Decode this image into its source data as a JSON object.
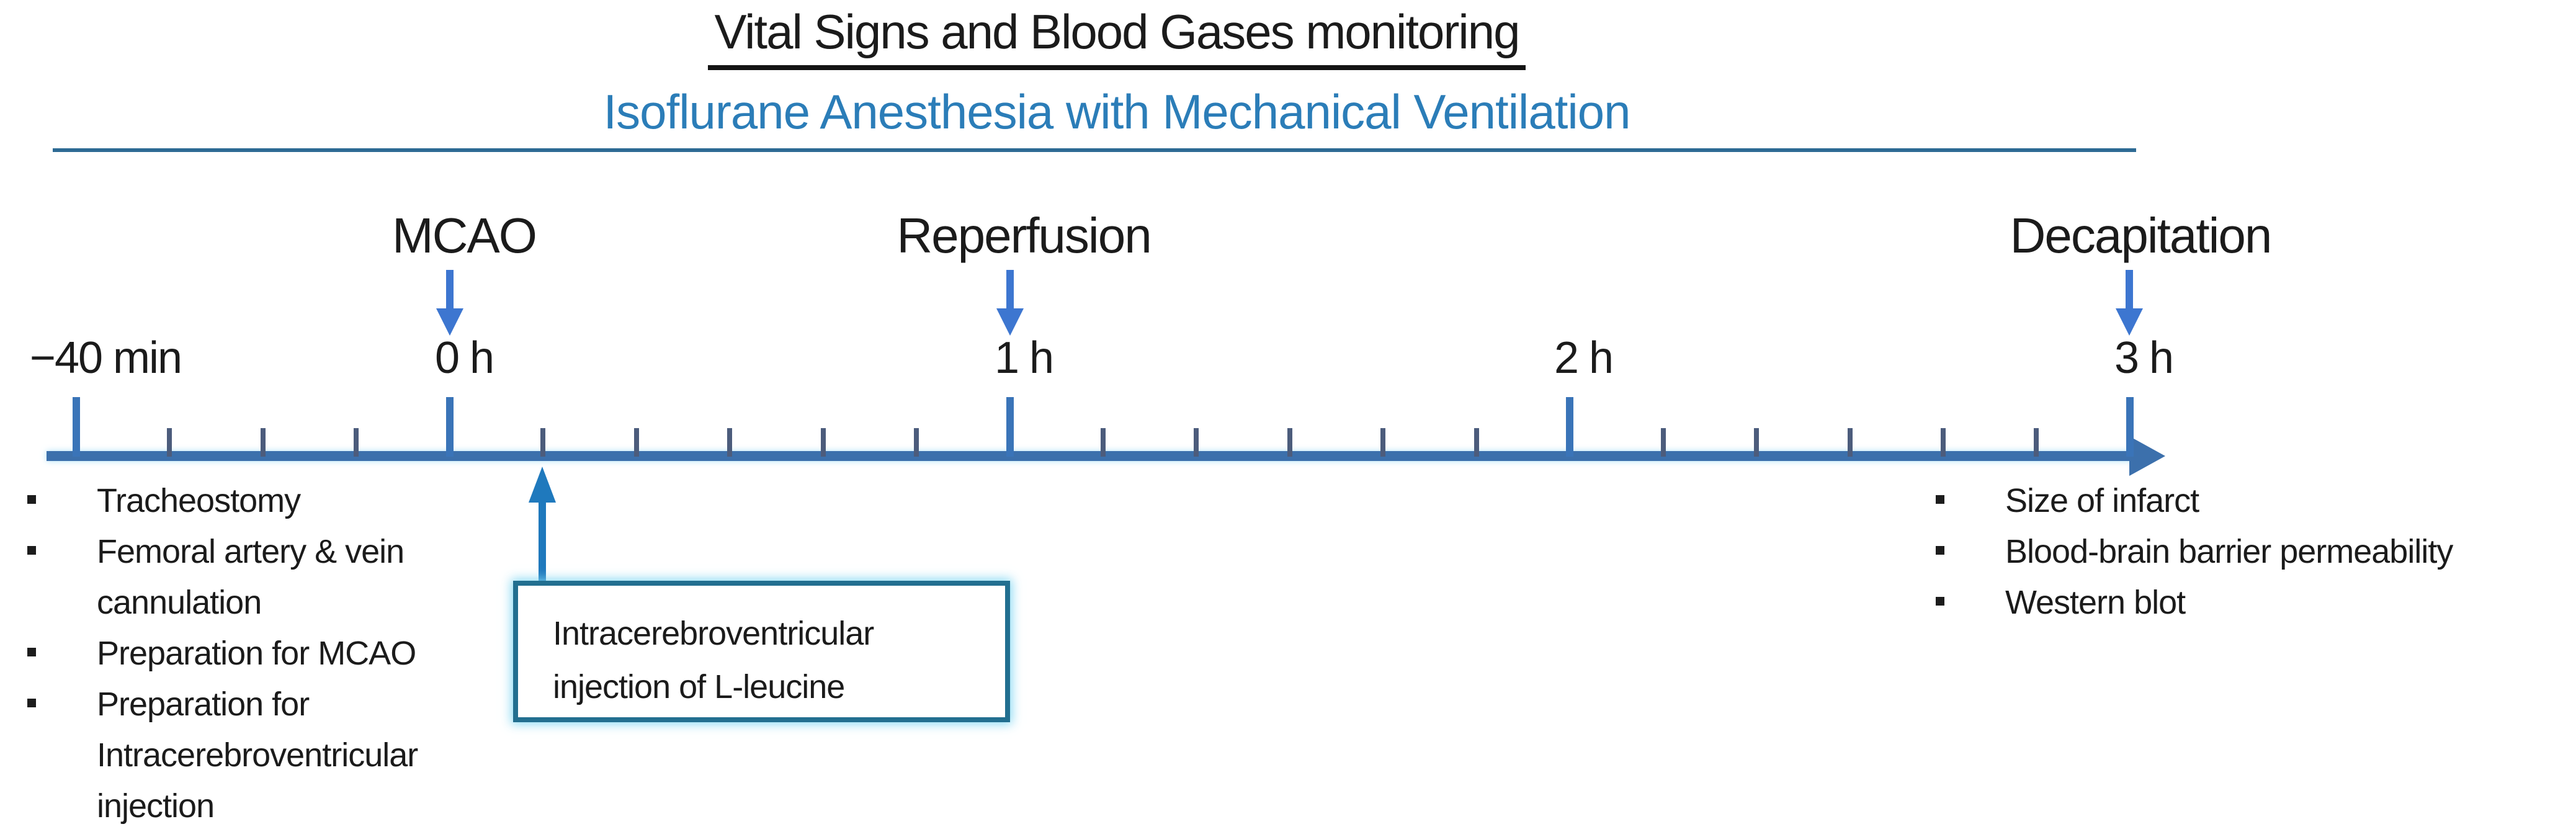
{
  "header": {
    "title": "Vital Signs and Blood Gases monitoring",
    "subtitle": "Isoflurane Anesthesia with Mechanical Ventilation"
  },
  "timeline": {
    "events": [
      {
        "label": "MCAO",
        "time_min": 0
      },
      {
        "label": "Reperfusion",
        "time_min": 60
      },
      {
        "label": "Decapitation",
        "time_min": 180
      }
    ],
    "axis": {
      "start_min": -40,
      "end_min": 180,
      "minor_step_min": 10,
      "major_ticks_min": [
        -40,
        0,
        60,
        120,
        180
      ],
      "tick_labels": [
        {
          "label": "−40 min",
          "time_min": -40
        },
        {
          "label": "0 h",
          "time_min": 0
        },
        {
          "label": "1 h",
          "time_min": 60
        },
        {
          "label": "2 h",
          "time_min": 120
        },
        {
          "label": "3 h",
          "time_min": 180
        }
      ]
    }
  },
  "lists": {
    "pre_mcao": {
      "items": [
        {
          "lines": [
            "Tracheostomy"
          ]
        },
        {
          "lines": [
            "Femoral artery & vein",
            "cannulation"
          ]
        },
        {
          "lines": [
            "Preparation for MCAO"
          ]
        },
        {
          "lines": [
            "Preparation for",
            "Intracerebroventricular",
            "injection"
          ]
        }
      ]
    },
    "outcomes": {
      "items": [
        {
          "lines": [
            "Size of infarct"
          ]
        },
        {
          "lines": [
            "Blood-brain barrier permeability"
          ]
        },
        {
          "lines": [
            "Western blot"
          ]
        }
      ]
    }
  },
  "injection_box": {
    "lines": [
      "Intracerebroventricular",
      "injection of L-leucine"
    ]
  },
  "colors": {
    "subtitle_blue": "#2b7db8",
    "subtitle_rule": "#2d6a94",
    "axis_blue": "#3c70ac",
    "major_tick_blue": "#3a74b8",
    "minor_tick_slate": "#4c5c7c",
    "event_arrow_blue": "#3d76d0",
    "up_arrow_blue": "#1f79bd",
    "box_border_teal": "#226f90",
    "text_black": "#1b1b1b"
  }
}
